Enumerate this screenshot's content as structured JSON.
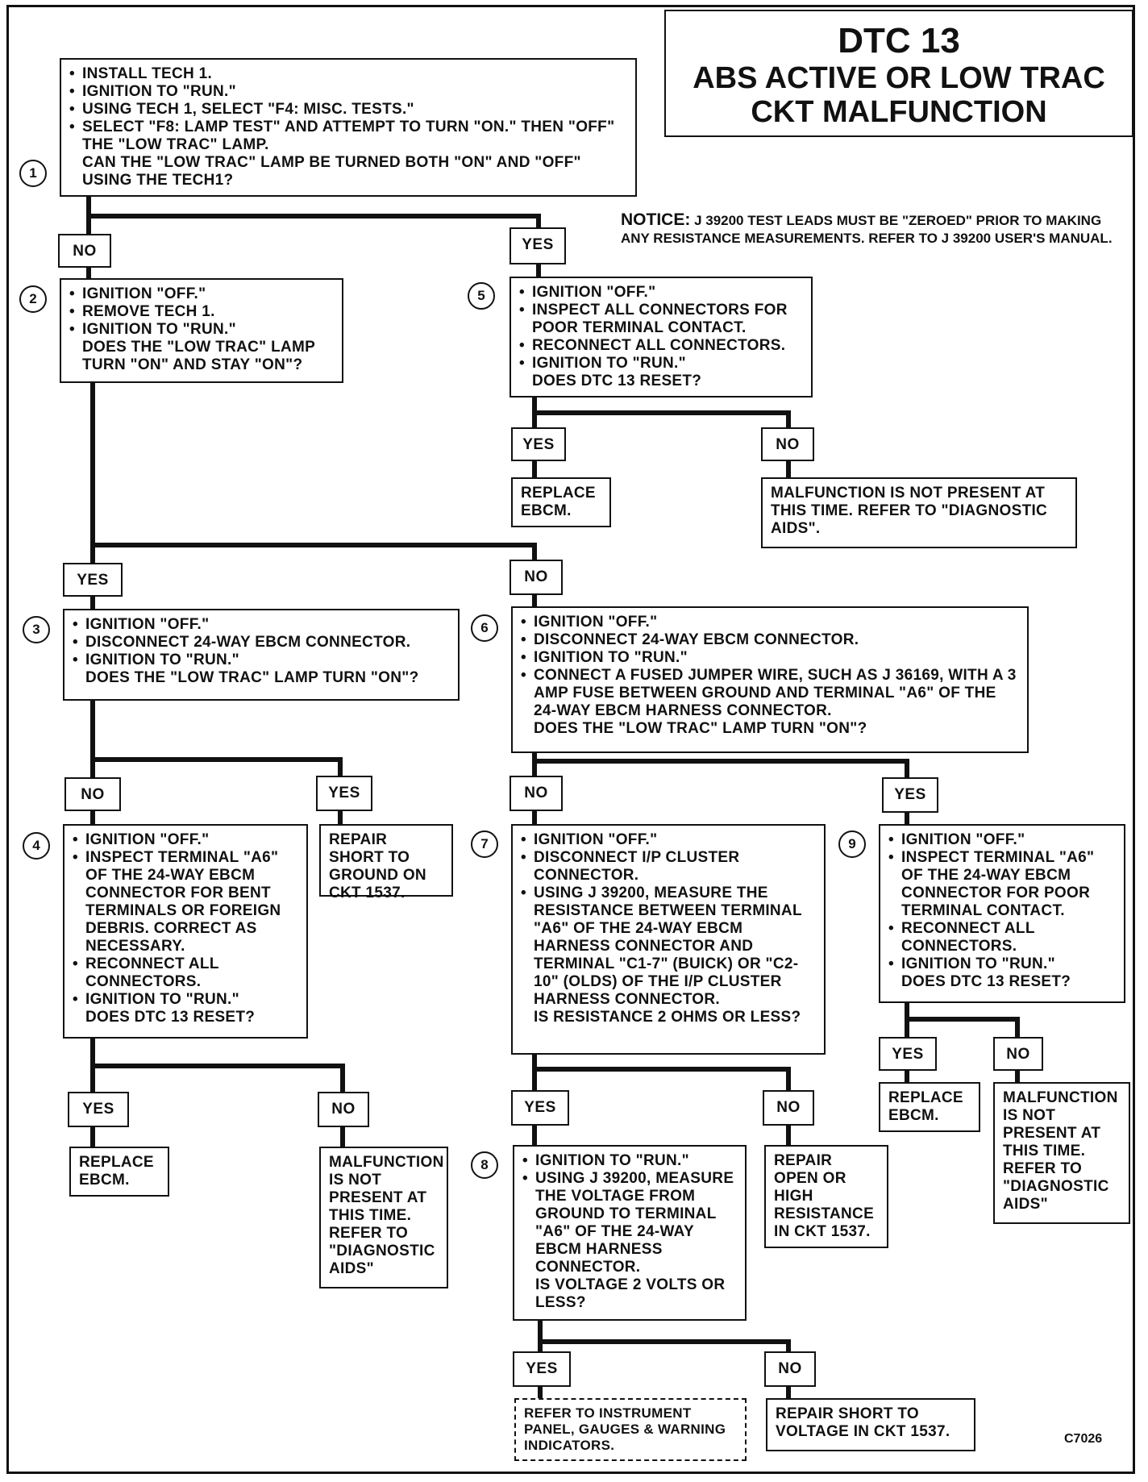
{
  "title": {
    "line1": "DTC 13",
    "line2": "ABS ACTIVE OR LOW TRAC",
    "line3": "CKT MALFUNCTION"
  },
  "notice": {
    "heading": "NOTICE:",
    "text": "J 39200 TEST LEADS MUST BE \"ZEROED\" PRIOR TO MAKING ANY RESISTANCE MEASUREMENTS. REFER TO J 39200 USER'S MANUAL."
  },
  "steps": {
    "s1": {
      "num": "1",
      "bullets": [
        "INSTALL TECH 1.",
        "IGNITION TO \"RUN.\"",
        "USING TECH 1, SELECT \"F4: MISC. TESTS.\"",
        "SELECT \"F8: LAMP TEST\" AND ATTEMPT TO TURN \"ON.\" THEN \"OFF\" THE \"LOW TRAC\" LAMP."
      ],
      "question": "CAN THE \"LOW TRAC\" LAMP BE TURNED BOTH \"ON\" AND \"OFF\" USING THE TECH1?"
    },
    "s2": {
      "num": "2",
      "bullets": [
        "IGNITION \"OFF.\"",
        "REMOVE TECH 1.",
        "IGNITION TO \"RUN.\""
      ],
      "question": "DOES THE \"LOW TRAC\" LAMP TURN \"ON\" AND STAY \"ON\"?"
    },
    "s3": {
      "num": "3",
      "bullets": [
        "IGNITION \"OFF.\"",
        "DISCONNECT 24-WAY EBCM CONNECTOR.",
        "IGNITION TO \"RUN.\""
      ],
      "question": "DOES THE \"LOW TRAC\" LAMP TURN \"ON\"?"
    },
    "s4": {
      "num": "4",
      "bullets": [
        "IGNITION \"OFF.\"",
        "INSPECT TERMINAL \"A6\" OF THE 24-WAY EBCM CONNECTOR FOR BENT TERMINALS OR FOREIGN DEBRIS. CORRECT AS NECESSARY.",
        "RECONNECT ALL CONNECTORS.",
        "IGNITION TO \"RUN.\""
      ],
      "question": "DOES DTC 13 RESET?"
    },
    "s5": {
      "num": "5",
      "bullets": [
        "IGNITION \"OFF.\"",
        "INSPECT ALL CONNECTORS FOR POOR TERMINAL CONTACT.",
        "RECONNECT ALL CONNECTORS.",
        "IGNITION TO \"RUN.\""
      ],
      "question": "DOES DTC 13 RESET?"
    },
    "s6": {
      "num": "6",
      "bullets": [
        "IGNITION \"OFF.\"",
        "DISCONNECT 24-WAY EBCM CONNECTOR.",
        "IGNITION TO \"RUN.\"",
        "CONNECT A FUSED JUMPER WIRE, SUCH AS J 36169, WITH A 3 AMP FUSE BETWEEN GROUND AND TERMINAL \"A6\" OF THE 24-WAY EBCM HARNESS CONNECTOR."
      ],
      "question": "DOES THE \"LOW TRAC\" LAMP TURN \"ON\"?"
    },
    "s7": {
      "num": "7",
      "bullets": [
        "IGNITION \"OFF.\"",
        "DISCONNECT I/P CLUSTER CONNECTOR.",
        "USING J 39200, MEASURE THE RESISTANCE BETWEEN TERMINAL \"A6\" OF THE 24-WAY EBCM HARNESS CONNECTOR AND TERMINAL \"C1-7\" (BUICK) OR \"C2-10\" (OLDS) OF THE I/P CLUSTER HARNESS CONNECTOR."
      ],
      "question": "IS RESISTANCE 2 OHMS OR LESS?"
    },
    "s8": {
      "num": "8",
      "bullets": [
        "IGNITION TO \"RUN.\"",
        "USING J 39200, MEASURE THE VOLTAGE FROM GROUND TO TERMINAL \"A6\" OF THE 24-WAY EBCM HARNESS CONNECTOR."
      ],
      "question": "IS VOLTAGE 2 VOLTS OR LESS?"
    },
    "s9": {
      "num": "9",
      "bullets": [
        "IGNITION \"OFF.\"",
        "INSPECT TERMINAL \"A6\" OF THE 24-WAY EBCM CONNECTOR FOR POOR TERMINAL CONTACT.",
        "RECONNECT ALL CONNECTORS.",
        "IGNITION TO \"RUN.\""
      ],
      "question": "DOES DTC 13 RESET?"
    }
  },
  "results": {
    "replace_ebcm_5": "REPLACE EBCM.",
    "not_present_5": "MALFUNCTION IS NOT PRESENT AT THIS TIME. REFER TO \"DIAGNOSTIC AIDS\".",
    "repair_short_ground": "REPAIR SHORT TO GROUND ON CKT 1537.",
    "replace_ebcm_4": "REPLACE EBCM.",
    "not_present_4": "MALFUNCTION IS NOT PRESENT AT THIS TIME. REFER TO \"DIAGNOSTIC AIDS\"",
    "repair_open": "REPAIR OPEN OR HIGH RESISTANCE IN CKT 1537.",
    "replace_ebcm_9": "REPLACE EBCM.",
    "not_present_9": "MALFUNCTION IS NOT PRESENT AT THIS TIME. REFER TO \"DIAGNOSTIC AIDS\"",
    "refer_ip": "REFER TO INSTRUMENT PANEL, GAUGES & WARNING INDICATORS.",
    "repair_short_voltage": "REPAIR SHORT TO VOLTAGE IN CKT 1537."
  },
  "labels": {
    "yes": "YES",
    "no": "NO"
  },
  "figure_code": "C7026"
}
